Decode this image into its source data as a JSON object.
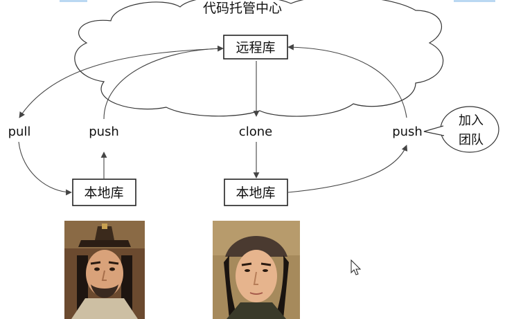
{
  "diagram": {
    "cloud_title": "代码托管中心",
    "remote_repo": "远程库",
    "local_repo_left": "本地库",
    "local_repo_right": "本地库",
    "label_pull": "pull",
    "label_push_left": "push",
    "label_clone": "clone",
    "label_push_right": "push",
    "bubble_line1": "加入",
    "bubble_line2": "团队"
  },
  "icons": {
    "cursor": "mouse-pointer-icon",
    "person_left": "person-portrait-with-hat",
    "person_right": "person-portrait-looking-up"
  },
  "colors": {
    "stroke": "#333333",
    "accent_top": "#3a8fd9",
    "background": "#ffffff"
  }
}
